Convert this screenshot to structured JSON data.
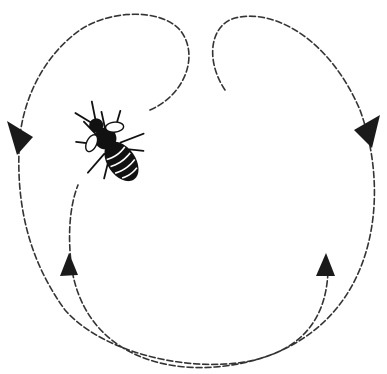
{
  "diagram": {
    "subject": "insect-silhouette",
    "paths": [
      {
        "id": "left-loop",
        "style": "dashed"
      },
      {
        "id": "right-loop",
        "style": "dashed"
      }
    ],
    "arrow_markers": [
      {
        "id": "arrow-left-down",
        "direction": "down"
      },
      {
        "id": "arrow-left-up",
        "direction": "up"
      },
      {
        "id": "arrow-right-down",
        "direction": "down"
      },
      {
        "id": "arrow-right-up",
        "direction": "up"
      }
    ]
  },
  "colors": {
    "background": "#ffffff",
    "line": "#333333",
    "arrow": "#1a1a1a",
    "insect_body": "#111111",
    "insect_markings": "#ffffff"
  }
}
